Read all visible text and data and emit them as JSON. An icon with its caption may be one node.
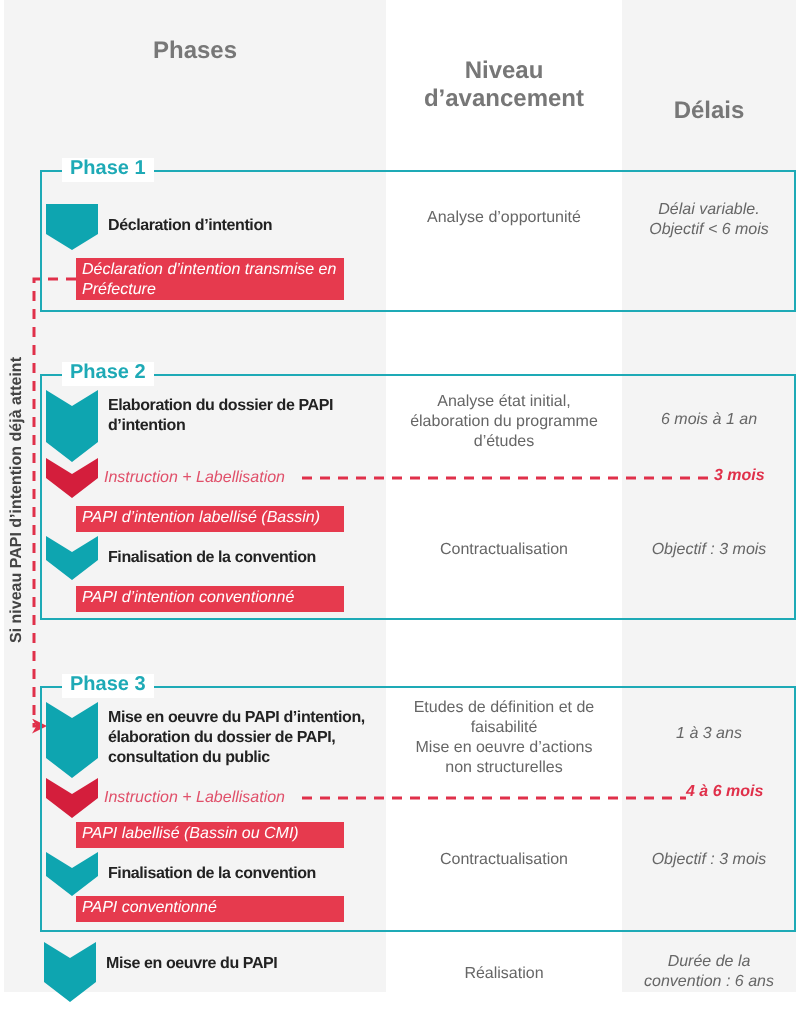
{
  "diagram": {
    "nodes": [
      {
        "text": [
          "Phase 1"
        ]
      },
      {
        "text": [
          "Déclaration d’intention"
        ],
        "in": 0
      },
      {
        "text": [
          "Déclaration d’intention transmise en Préfecture"
        ],
        "in": 0
      },
      {
        "text": [
          "Phase 2"
        ]
      },
      {
        "text": [
          "Elaboration du dossier de PAPI d’intention"
        ],
        "in": 3
      },
      {
        "text": [
          "Instruction + Labellisation"
        ],
        "in": 3
      },
      {
        "text": [
          "PAPI d’intention labellisé (Bassin)"
        ],
        "in": 3
      },
      {
        "text": [
          "Finalisation de la convention"
        ],
        "in": 3
      },
      {
        "text": [
          "PAPI d’intention conventionné"
        ],
        "in": 3
      },
      {
        "text": [
          "Phase 3"
        ]
      },
      {
        "text": [
          "Mise en oeuvre du PAPI d’intention, élaboration du dossier de PAPI, consultation du public"
        ],
        "in": 9
      },
      {
        "text": [
          "Instruction + Labellisation"
        ],
        "in": 9
      },
      {
        "text": [
          "PAPI labellisé (Bassin ou CMI)"
        ],
        "in": 9
      },
      {
        "text": [
          "Finalisation de la convention"
        ],
        "in": 9
      },
      {
        "text": [
          "PAPI conventionné"
        ],
        "in": 9
      },
      {
        "text": [
          "Mise en oeuvre du PAPI"
        ]
      },
      {
        "text": [
          "3 mois"
        ],
        "in": 3
      },
      {
        "text": [
          "4 à 6 mois"
        ],
        "in": 9
      }
    ],
    "edges": [
      {
        "from": 2,
        "to": 10,
        "arrow": "to",
        "label": "Si niveau PAPI d’intention déjà atteint",
        "style": "dashed",
        "color": "#e0304a"
      },
      {
        "from": 5,
        "to": 16,
        "arrow": "none",
        "style": "dashed",
        "color": "#e0304a"
      },
      {
        "from": 11,
        "to": 17,
        "arrow": "none",
        "style": "dashed",
        "color": "#e0304a"
      }
    ],
    "labels": [
      "Phases",
      "Niveau d’avancement",
      "Délais",
      "Analyse d’opportunité",
      "Délai variable. Objectif < 6 mois",
      "Analyse état initial, élaboration du programme d’études",
      "6 mois à 1 an",
      "Contractualisation",
      "Objectif : 3 mois",
      "Etudes de définition et de faisabilité",
      "Mise en oeuvre d’actions non structurelles",
      "1 à 3 ans",
      "Contractualisation",
      "Objectif : 3 mois",
      "Réalisation",
      "Durée de la convention : 6 ans"
    ]
  }
}
